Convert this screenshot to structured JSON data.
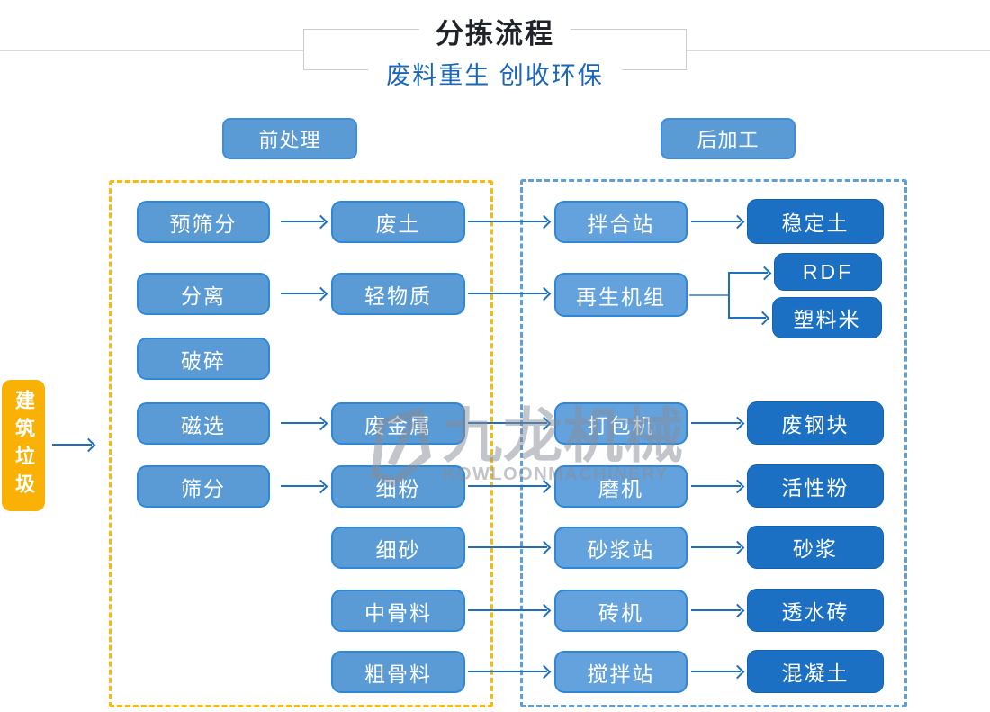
{
  "header": {
    "title": "分拣流程",
    "subtitle": "废料重生 创收环保"
  },
  "zones": {
    "pre_label": "前处理",
    "post_label": "后加工"
  },
  "nodes": {
    "source": "建筑垃圾",
    "processes": [
      "预筛分",
      "分离",
      "破碎",
      "磁选",
      "筛分"
    ],
    "outputs": [
      "废土",
      "轻物质",
      "废金属",
      "细粉",
      "细砂",
      "中骨料",
      "粗骨料"
    ],
    "machines": [
      "拌合站",
      "再生机组",
      "打包机",
      "磨机",
      "砂浆站",
      "砖机",
      "搅拌站"
    ],
    "products": [
      "稳定土",
      "RDF",
      "塑料米",
      "废钢块",
      "活性粉",
      "砂浆",
      "透水砖",
      "混凝土"
    ]
  },
  "edges": [
    [
      "建筑垃圾",
      "前处理"
    ],
    [
      "预筛分",
      "废土"
    ],
    [
      "分离",
      "轻物质"
    ],
    [
      "磁选",
      "废金属"
    ],
    [
      "筛分",
      "细粉"
    ],
    [
      "废土",
      "拌合站"
    ],
    [
      "轻物质",
      "再生机组"
    ],
    [
      "废金属",
      "打包机"
    ],
    [
      "细粉",
      "磨机"
    ],
    [
      "细砂",
      "砂浆站"
    ],
    [
      "中骨料",
      "砖机"
    ],
    [
      "粗骨料",
      "搅拌站"
    ],
    [
      "拌合站",
      "稳定土"
    ],
    [
      "再生机组",
      "RDF"
    ],
    [
      "再生机组",
      "塑料米"
    ],
    [
      "打包机",
      "废钢块"
    ],
    [
      "磨机",
      "活性粉"
    ],
    [
      "砂浆站",
      "砂浆"
    ],
    [
      "砖机",
      "透水砖"
    ],
    [
      "搅拌站",
      "混凝土"
    ]
  ],
  "watermark": {
    "cn": "九龙机械",
    "en": "KOWLOONMACHINERY"
  },
  "colors": {
    "process_blue": "#5b9bd5",
    "machine_blue": "#64a2dd",
    "product_dark_blue": "#1c70c4",
    "source_yellow": "#f9b105",
    "dashed_yellow": "#fbb90c",
    "dashed_blue": "#5e9fd8",
    "arrow_blue": "#1f6fc0",
    "subtitle_blue": "#1a66b8",
    "title_black": "#20242a"
  }
}
